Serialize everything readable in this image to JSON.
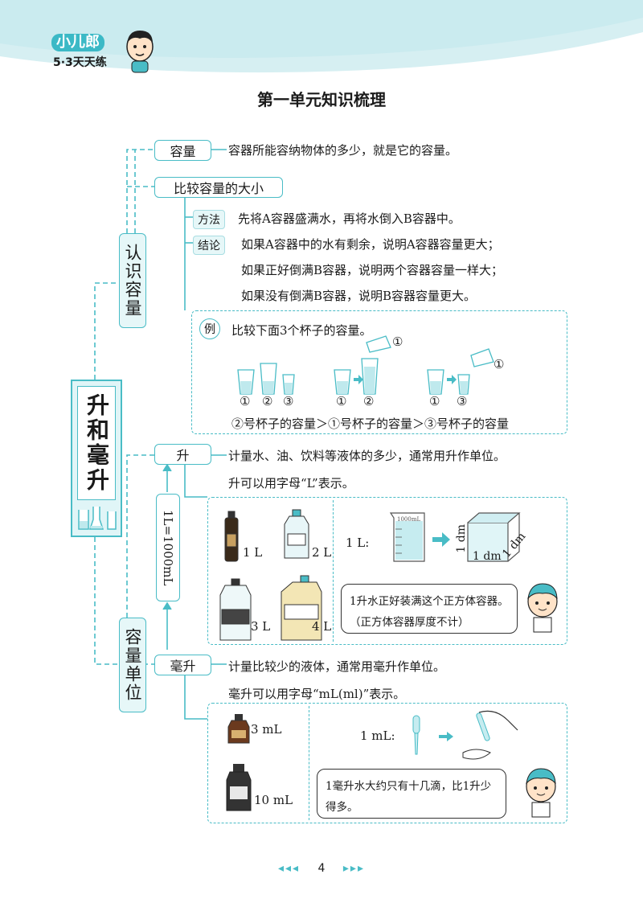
{
  "header": {
    "brand_top": "小儿郎",
    "brand_bottom": "5·3天天练",
    "title": "第一单元知识梳理"
  },
  "root": "升和毫升",
  "branches": {
    "recognize": "认识容量",
    "units": "容量单位"
  },
  "capacity": {
    "label": "容量",
    "definition": "容器所能容纳物体的多少，就是它的容量。"
  },
  "compare": {
    "label": "比较容量的大小",
    "method_tag": "方法",
    "method_text": "先将A容器盛满水，再将水倒入B容器中。",
    "conclusion_tag": "结论",
    "conclusion_1": "如果A容器中的水有剩余，说明A容器容量更大；",
    "conclusion_2": "如果正好倒满B容器，说明两个容器容量一样大；",
    "conclusion_3": "如果没有倒满B容器，说明B容器容量更大。"
  },
  "example": {
    "badge": "例",
    "prompt": "比较下面3个杯子的容量。",
    "cups_labels": [
      "①",
      "②",
      "③"
    ],
    "pour1_labels": [
      "①",
      "②"
    ],
    "pour1_top": "①",
    "pour2_labels": [
      "①",
      "③"
    ],
    "pour2_top": "①",
    "answer": "②号杯子的容量＞①号杯子的容量＞③号杯子的容量"
  },
  "liter": {
    "label": "升",
    "line1": "计量水、油、饮料等液体的多少，通常用升作单位。",
    "line2": "升可以用字母“L”表示。",
    "conversion": "1L=1000mL",
    "bottles": [
      "1 L",
      "2 L",
      "3 L",
      "4 L"
    ],
    "cube_label": "1 L:",
    "beaker_mark": "1000mL",
    "dm": [
      "1 dm",
      "1 dm",
      "1 dm"
    ],
    "speech": "1升水正好装满这个正方体容器。（正方体容器厚度不计）"
  },
  "milliliter": {
    "label": "毫升",
    "line1": "计量比较少的液体，通常用毫升作单位。",
    "line2": "毫升可以用字母“mL(ml)”表示。",
    "bottles": [
      "3 mL",
      "10 mL"
    ],
    "drop_label": "1 mL:",
    "speech": "1毫升水大约只有十几滴，比1升少得多。"
  },
  "footer": {
    "page": "4",
    "left_arrows": "◂◂◂",
    "right_arrows": "▸▸▸"
  },
  "colors": {
    "accent": "#49bcc6",
    "accent_light": "#e6f7f8"
  }
}
